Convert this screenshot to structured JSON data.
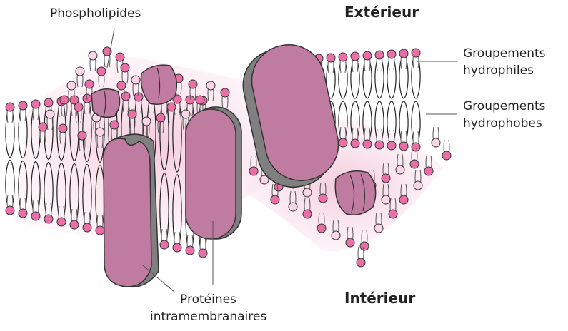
{
  "labels": {
    "phospholipides": "Phospholipides",
    "exterieur": "Extérieur",
    "interieur": "Intérieur",
    "groupements_hydrophiles_1": "Groupements",
    "groupements_hydrophiles_2": "hydrophiles",
    "groupements_hydrophobes_1": "Groupements",
    "groupements_hydrophobes_2": "hydrophobes",
    "proteines_1": "Protéines",
    "proteines_2": "intramembranaires"
  },
  "colors": {
    "head_fill": "#e96fa6",
    "head_pale": "#f8d6e6",
    "head_stroke": "#333333",
    "protein_fill": "#c07ba0",
    "protein_shadow": "#808080",
    "membrane_tint": "#f3d3e1"
  }
}
